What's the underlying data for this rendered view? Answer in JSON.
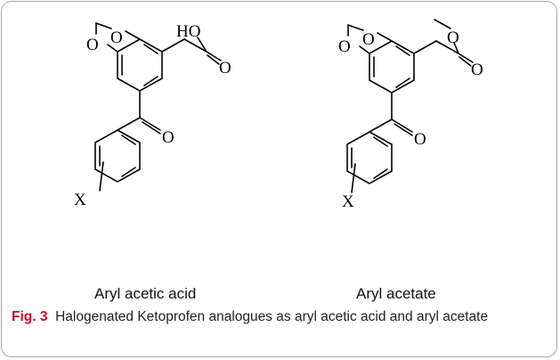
{
  "figure": {
    "structures": [
      {
        "name": "Aryl acetic acid",
        "atoms": {
          "o_ring_top": "O",
          "o_ring_left": "O",
          "ho": "HO",
          "o_acid": "O",
          "o_ketone": "O",
          "x": "X"
        }
      },
      {
        "name": "Aryl acetate",
        "atoms": {
          "o_ring_top": "O",
          "o_ring_left": "O",
          "o_ester": "O",
          "o_carbonyl": "O",
          "o_ketone": "O",
          "x": "X"
        }
      }
    ],
    "caption": {
      "label": "Fig. 3",
      "text": "Halogenated Ketoprofen analogues as aryl acetic acid and aryl acetate"
    }
  }
}
